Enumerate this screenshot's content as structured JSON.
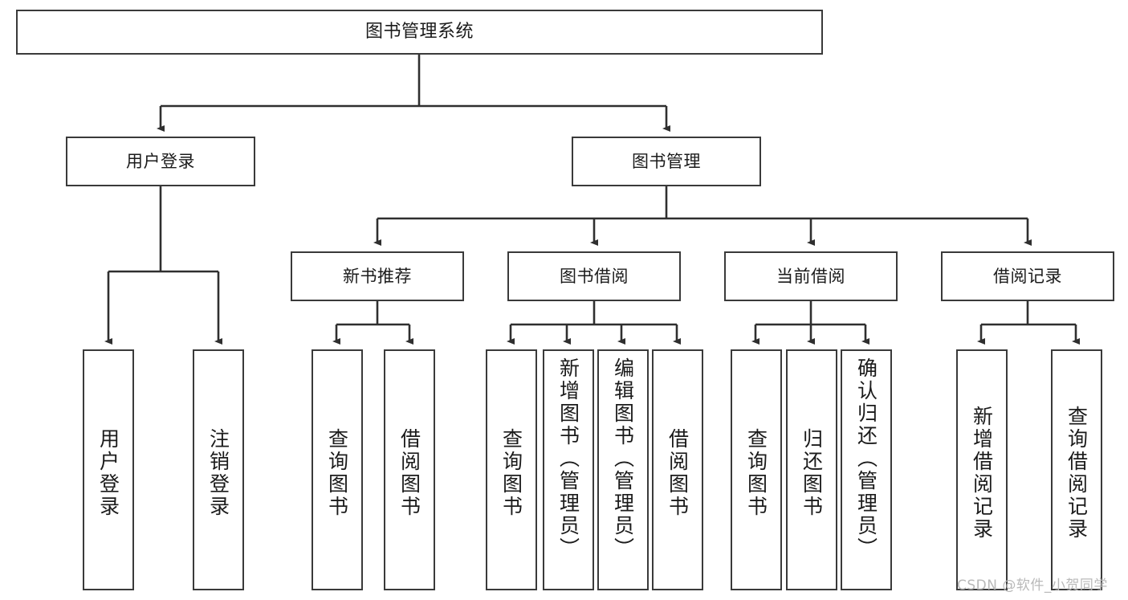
{
  "diagram": {
    "title": "图书管理系统",
    "type": "hierarchy-tree",
    "levels": 4,
    "colors": {
      "border": "#3a3a3a",
      "fill": "#ffffff",
      "edge": "#2f2f2f",
      "text": "#1b1b1b",
      "watermark": "#b9b9b9"
    },
    "root": {
      "label": "图书管理系统"
    },
    "level2": [
      {
        "label": "用户登录"
      },
      {
        "label": "图书管理"
      }
    ],
    "level3": [
      {
        "label": "新书推荐"
      },
      {
        "label": "图书借阅"
      },
      {
        "label": "当前借阅"
      },
      {
        "label": "借阅记录"
      }
    ],
    "leaves": {
      "user_login": [
        {
          "label": "用户登录"
        },
        {
          "label": "注销登录"
        }
      ],
      "new_book_recommend": [
        {
          "label": "查询图书"
        },
        {
          "label": "借阅图书"
        }
      ],
      "book_borrow": [
        {
          "label": "查询图书"
        },
        {
          "label": "新增图书（管理员）"
        },
        {
          "label": "编辑图书（管理员）"
        },
        {
          "label": "借阅图书"
        }
      ],
      "current_borrow": [
        {
          "label": "查询图书"
        },
        {
          "label": "归还图书"
        },
        {
          "label": "确认归还（管理员）"
        }
      ],
      "borrow_records": [
        {
          "label": "新增借阅记录"
        },
        {
          "label": "查询借阅记录"
        }
      ]
    }
  },
  "watermark": {
    "text": "CSDN @软件_小贺同学"
  }
}
